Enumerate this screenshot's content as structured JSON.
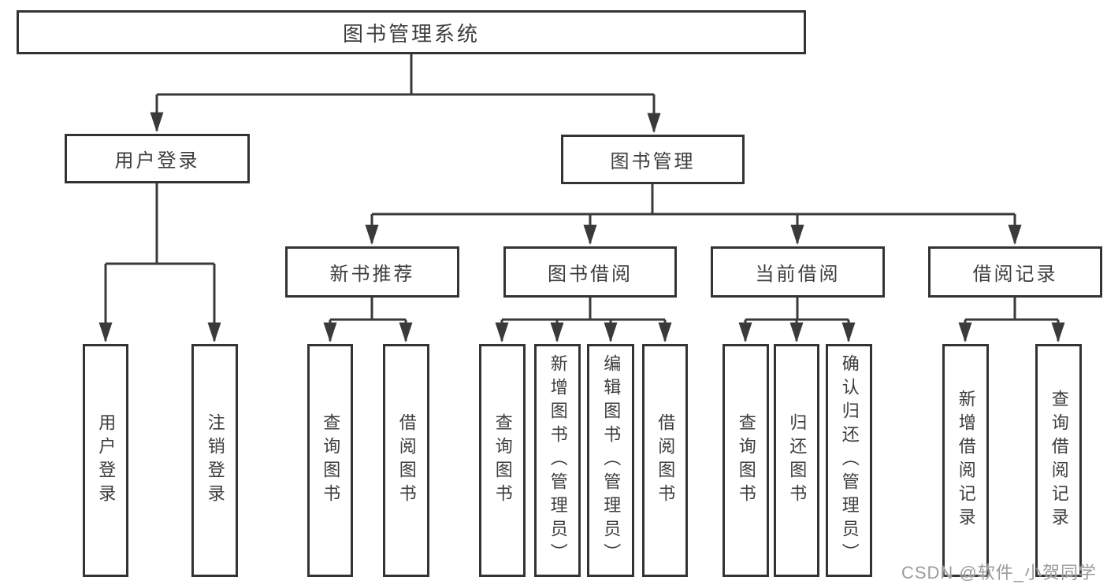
{
  "tree": {
    "root": {
      "label": "图书管理系统",
      "children": [
        {
          "label": "用户登录",
          "children": [
            {
              "label": "用户登录"
            },
            {
              "label": "注销登录"
            }
          ]
        },
        {
          "label": "图书管理",
          "children": [
            {
              "label": "新书推荐",
              "children": [
                {
                  "label": "查询图书"
                },
                {
                  "label": "借阅图书"
                }
              ]
            },
            {
              "label": "图书借阅",
              "children": [
                {
                  "label": "查询图书"
                },
                {
                  "label": "新增图书（管理员）"
                },
                {
                  "label": "编辑图书（管理员）"
                },
                {
                  "label": "借阅图书"
                }
              ]
            },
            {
              "label": "当前借阅",
              "children": [
                {
                  "label": "查询图书"
                },
                {
                  "label": "归还图书"
                },
                {
                  "label": "确认归还（管理员）"
                }
              ]
            },
            {
              "label": "借阅记录",
              "children": [
                {
                  "label": "新增借阅记录"
                },
                {
                  "label": "查询借阅记录"
                }
              ]
            }
          ]
        }
      ]
    }
  },
  "watermark": {
    "text": "CSDN @软件_小贺同学"
  },
  "colors": {
    "line": "#3a3a3a",
    "border": "#333333",
    "text": "#3d3d3d",
    "watermark": "#9b9b9b",
    "background": "#ffffff"
  }
}
